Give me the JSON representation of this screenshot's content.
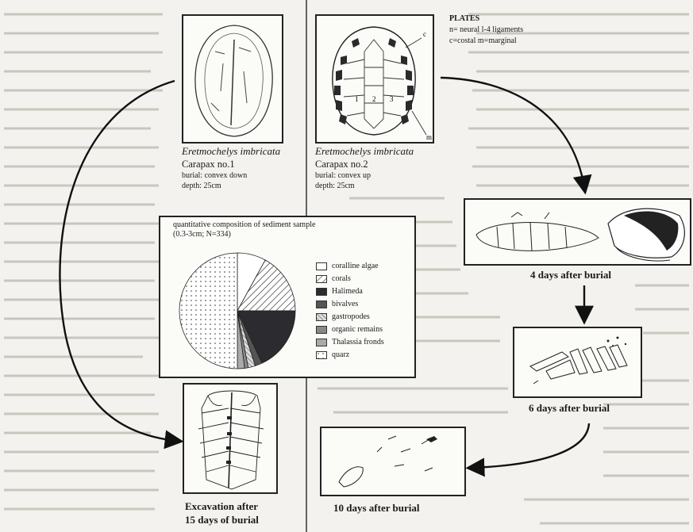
{
  "plates_legend": {
    "title": "PLATES",
    "line1": "n= neural l-4 ligaments",
    "line2": "c=costal m=marginal"
  },
  "carapax1": {
    "species": "Eretmochelys imbricata",
    "name": "Carapax no.1",
    "burial": "burial: convex down",
    "depth": "depth: 25cm"
  },
  "carapax2": {
    "species": "Eretmochelys imbricata",
    "name": "Carapax no.2",
    "burial": "burial: convex up",
    "depth": "depth: 25cm"
  },
  "plate_marks": {
    "n1": "1",
    "n2": "2",
    "n3": "3",
    "c": "c",
    "m": "m"
  },
  "chart_data": {
    "type": "pie",
    "title": "quantitative composition of sediment sample (0.3-3cm; N=334)",
    "slices": [
      {
        "label": "coralline algae",
        "value": 8,
        "pattern": "empty"
      },
      {
        "label": "corals",
        "value": 17,
        "pattern": "hatch"
      },
      {
        "label": "Halimeda",
        "value": 18,
        "pattern": "dark"
      },
      {
        "label": "bivalves",
        "value": 2,
        "pattern": "dense"
      },
      {
        "label": "gastropodes",
        "value": 2,
        "pattern": "light-hatch"
      },
      {
        "label": "organic remains",
        "value": 1,
        "pattern": "grey"
      },
      {
        "label": "Thalassia fronds",
        "value": 2,
        "pattern": "mid-grey"
      },
      {
        "label": "quarz",
        "value": 50,
        "pattern": "dots"
      }
    ]
  },
  "stages": {
    "day4": "4 days after burial",
    "day6": "6 days after burial",
    "day10": "10 days after burial",
    "excavation_line1": "Excavation after",
    "excavation_line2": "15 days of burial"
  }
}
